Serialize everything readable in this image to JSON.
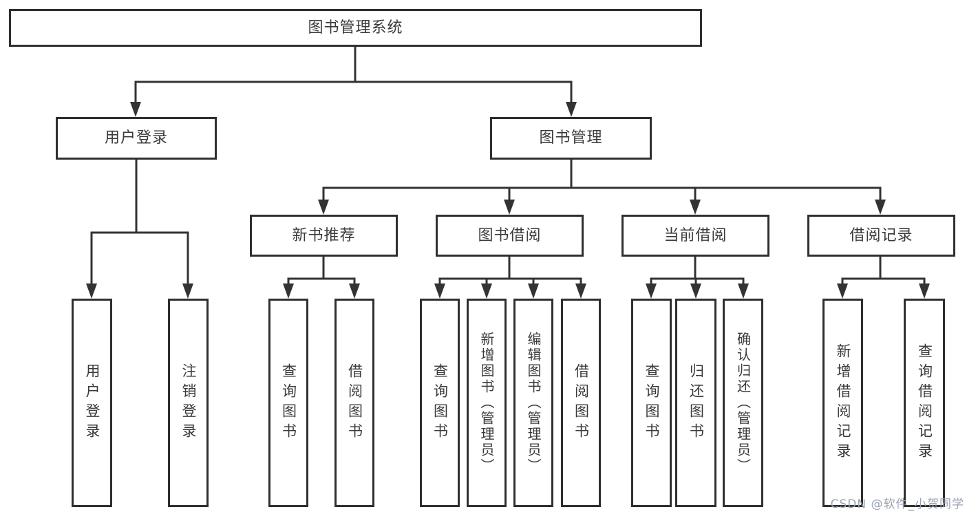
{
  "tree": {
    "root": {
      "label": "图书管理系统"
    },
    "branches": [
      {
        "label": "用户登录",
        "children": [
          {
            "label": "用户登录"
          },
          {
            "label": "注销登录"
          }
        ]
      },
      {
        "label": "图书管理",
        "children": [
          {
            "label": "新书推荐",
            "children": [
              {
                "label": "查询图书"
              },
              {
                "label": "借阅图书"
              }
            ]
          },
          {
            "label": "图书借阅",
            "children": [
              {
                "label": "查询图书"
              },
              {
                "label": "新增图书（管理员）"
              },
              {
                "label": "编辑图书（管理员）"
              },
              {
                "label": "借阅图书"
              }
            ]
          },
          {
            "label": "当前借阅",
            "children": [
              {
                "label": "查询图书"
              },
              {
                "label": "归还图书"
              },
              {
                "label": "确认归还（管理员）"
              }
            ]
          },
          {
            "label": "借阅记录",
            "children": [
              {
                "label": "新增借阅记录"
              },
              {
                "label": "查询借阅记录"
              }
            ]
          }
        ]
      }
    ]
  },
  "watermark": {
    "text": "CSDN @软件_小贺同学"
  },
  "colors": {
    "line": "#333333",
    "box_border": "#2f2f2f",
    "text": "#3a3a3a",
    "background": "#ffffff",
    "watermark": "#9aa2b1"
  }
}
